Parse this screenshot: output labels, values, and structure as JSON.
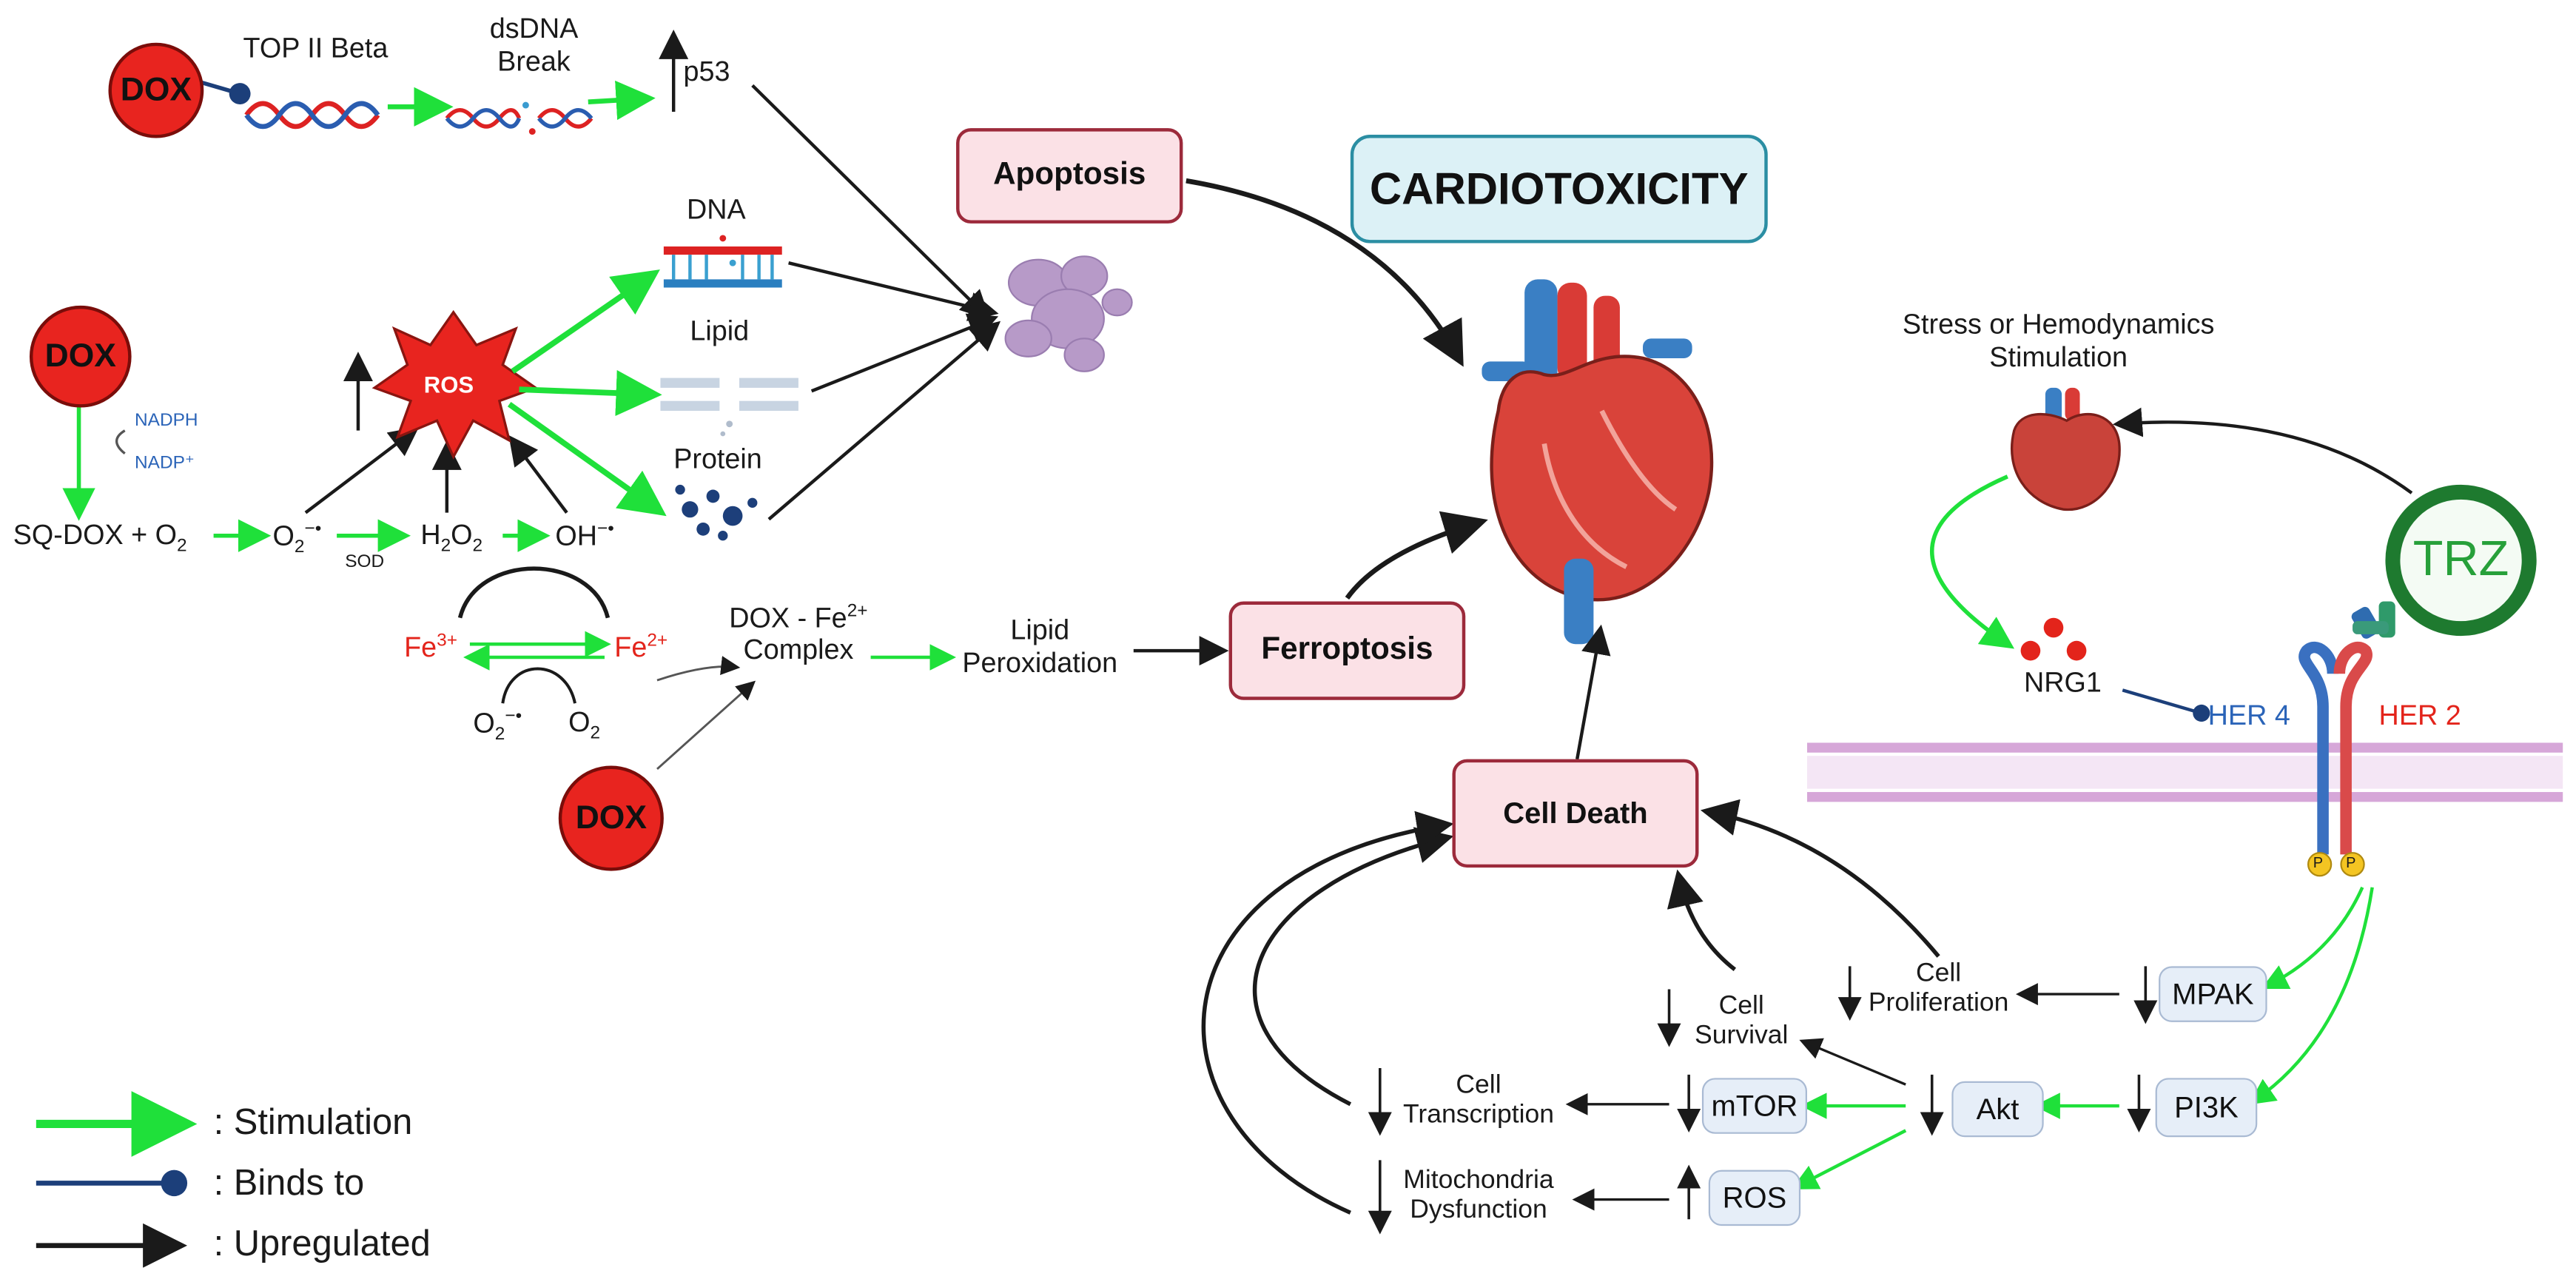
{
  "colors": {
    "stimulation": "#1fe03a",
    "binds": "#1c3f7a",
    "upregulated": "#1a1a1a",
    "dox": "#e8241f",
    "box_border": "#9c2a3b",
    "box_fill": "#fbe1e6",
    "cardio_fill": "#dcf1f6",
    "trz": "#1e7a2f"
  },
  "top": {
    "dox": "DOX",
    "top2": "TOP II Beta",
    "dsdna": "dsDNA\nBreak",
    "p53": "p53"
  },
  "ros_block": {
    "dox": "DOX",
    "nadph": "NADPH",
    "nadp": "NADP⁺",
    "ros": "ROS",
    "sqdox": "SQ-DOX + O",
    "sqdox_sub": "2",
    "o2": "O",
    "o2_sub": "2",
    "o2_sup": "−•",
    "sod": "SOD",
    "h2o2_a": "H",
    "h2o2_b": "2",
    "h2o2_c": "O",
    "h2o2_d": "2",
    "oh": "OH",
    "oh_sup": "−•",
    "fe3": "Fe",
    "fe3_sup": "3+",
    "fe2": "Fe",
    "fe2_sup": "2+",
    "o2r": "O",
    "o2r_sub": "2",
    "o2r_sup": "−•",
    "o2b": "O",
    "o2b_sub": "2",
    "dna": "DNA",
    "lipid": "Lipid",
    "protein": "Protein",
    "dox_fe": "DOX - Fe",
    "dox_fe_sup": "2+",
    "complex": "Complex",
    "lipid_perox": "Lipid\nPeroxidation",
    "dox_bottom": "DOX"
  },
  "outcomes": {
    "apoptosis": "Apoptosis",
    "ferroptosis": "Ferroptosis",
    "cell_death": "Cell Death",
    "cardiotoxicity": "CARDIOTOXICITY"
  },
  "her_pathway": {
    "stress": "Stress or Hemodynamics\nStimulation",
    "trz": "TRZ",
    "nrg1": "NRG1",
    "her4": "HER 4",
    "her2": "HER 2",
    "mpak": "MPAK",
    "pi3k": "PI3K",
    "akt": "Akt",
    "mtor": "mTOR",
    "ros": "ROS",
    "cell_proliferation": "Cell\nProliferation",
    "cell_survival": "Cell\nSurvival",
    "cell_transcription": "Cell\nTranscription",
    "mito": "Mitochondria\nDysfunction",
    "p_label": "P"
  },
  "legend": [
    {
      "label": ": Stimulation",
      "kind": "stimulation"
    },
    {
      "label": ": Binds to",
      "kind": "binds"
    },
    {
      "label": ": Upregulated",
      "kind": "upregulated"
    }
  ]
}
